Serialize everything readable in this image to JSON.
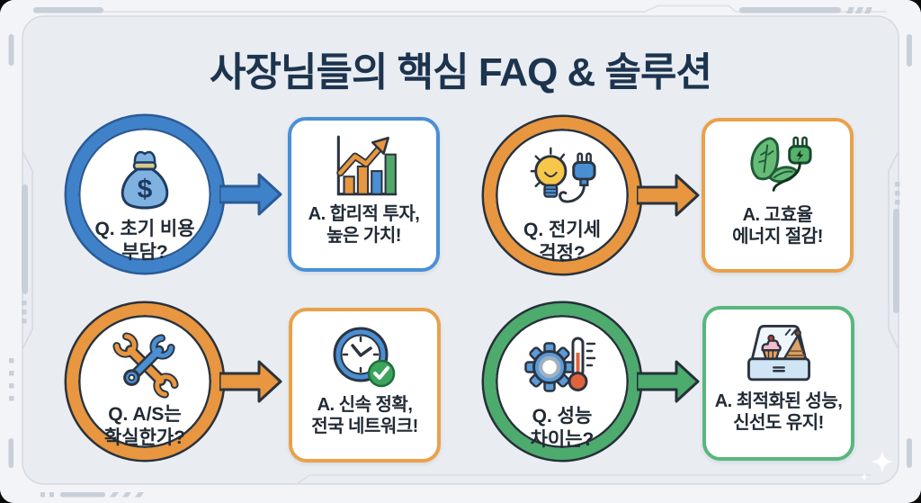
{
  "title": "사장님들의 핵심 FAQ & 솔루션",
  "colors": {
    "background_outer": "#f2f4f7",
    "background_inner": "#e9edf2",
    "title_navy": "#1d344f",
    "text_dark": "#222b35",
    "accent_blue": "#3f82c9",
    "accent_orange": "#e8963f",
    "accent_green": "#4cab6d"
  },
  "faqs": [
    {
      "id": "initial-cost",
      "accent": "blue",
      "question_icon": "money-bag-icon",
      "q_line1": "Q. 초기 비용",
      "q_line2": "부담?",
      "answer_icon": "growth-chart-icon",
      "a_line1": "A. 합리적 투자,",
      "a_line2": "높은 가치!"
    },
    {
      "id": "electricity-bill",
      "accent": "orange",
      "question_icon": "bulb-plug-icon",
      "q_line1": "Q. 전기세",
      "q_line2": "걱정?",
      "answer_icon": "leaf-plug-icon",
      "a_line1": "A. 고효율",
      "a_line2": "에너지 절감!"
    },
    {
      "id": "after-service",
      "accent": "orange",
      "question_icon": "wrench-tools-icon",
      "q_line1": "Q. A/S는",
      "q_line2": "확실한가?",
      "answer_icon": "clock-check-icon",
      "a_line1": "A. 신속 정확,",
      "a_line2": "전국 네트워크!"
    },
    {
      "id": "performance",
      "accent": "green",
      "question_icon": "gear-thermometer-icon",
      "q_line1": "Q. 성능",
      "q_line2": "차이는?",
      "answer_icon": "display-case-icon",
      "a_line1": "A. 최적화된 성능,",
      "a_line2": "신선도 유지!"
    }
  ],
  "decor": {
    "sparkle": "sparkle-icon"
  }
}
